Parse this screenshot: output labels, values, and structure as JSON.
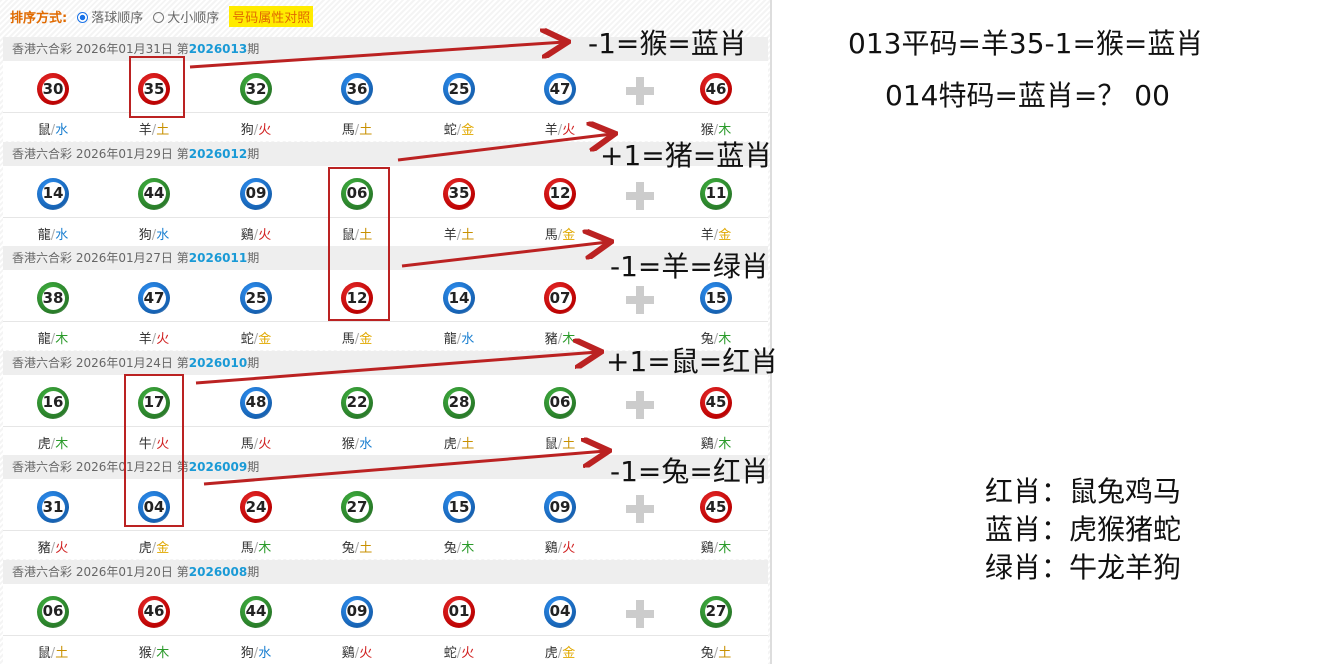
{
  "sort": {
    "label": "排序方式:",
    "opt1": "落球顺序",
    "opt2": "大小顺序",
    "link": "号码属性对照"
  },
  "plus_label": "+",
  "draws": [
    {
      "lottery": "香港六合彩",
      "date": "2026年01月31日",
      "pre": "第",
      "issue": "2026013",
      "post": "期",
      "balls": [
        {
          "n": "30",
          "c": "red",
          "z": "鼠",
          "e": "水"
        },
        {
          "n": "35",
          "c": "red",
          "z": "羊",
          "e": "土"
        },
        {
          "n": "32",
          "c": "green",
          "z": "狗",
          "e": "火"
        },
        {
          "n": "36",
          "c": "blue",
          "z": "馬",
          "e": "土"
        },
        {
          "n": "25",
          "c": "blue",
          "z": "蛇",
          "e": "金"
        },
        {
          "n": "47",
          "c": "blue",
          "z": "羊",
          "e": "火"
        },
        {
          "n": "46",
          "c": "red",
          "z": "猴",
          "e": "木"
        }
      ]
    },
    {
      "lottery": "香港六合彩",
      "date": "2026年01月29日",
      "pre": "第",
      "issue": "2026012",
      "post": "期",
      "balls": [
        {
          "n": "14",
          "c": "blue",
          "z": "龍",
          "e": "水"
        },
        {
          "n": "44",
          "c": "green",
          "z": "狗",
          "e": "水"
        },
        {
          "n": "09",
          "c": "blue",
          "z": "鷄",
          "e": "火"
        },
        {
          "n": "06",
          "c": "green",
          "z": "鼠",
          "e": "土"
        },
        {
          "n": "35",
          "c": "red",
          "z": "羊",
          "e": "土"
        },
        {
          "n": "12",
          "c": "red",
          "z": "馬",
          "e": "金"
        },
        {
          "n": "11",
          "c": "green",
          "z": "羊",
          "e": "金"
        }
      ]
    },
    {
      "lottery": "香港六合彩",
      "date": "2026年01月27日",
      "pre": "第",
      "issue": "2026011",
      "post": "期",
      "balls": [
        {
          "n": "38",
          "c": "green",
          "z": "龍",
          "e": "木"
        },
        {
          "n": "47",
          "c": "blue",
          "z": "羊",
          "e": "火"
        },
        {
          "n": "25",
          "c": "blue",
          "z": "蛇",
          "e": "金"
        },
        {
          "n": "12",
          "c": "red",
          "z": "馬",
          "e": "金"
        },
        {
          "n": "14",
          "c": "blue",
          "z": "龍",
          "e": "水"
        },
        {
          "n": "07",
          "c": "red",
          "z": "豬",
          "e": "木"
        },
        {
          "n": "15",
          "c": "blue",
          "z": "兔",
          "e": "木"
        }
      ]
    },
    {
      "lottery": "香港六合彩",
      "date": "2026年01月24日",
      "pre": "第",
      "issue": "2026010",
      "post": "期",
      "balls": [
        {
          "n": "16",
          "c": "green",
          "z": "虎",
          "e": "木"
        },
        {
          "n": "17",
          "c": "green",
          "z": "牛",
          "e": "火"
        },
        {
          "n": "48",
          "c": "blue",
          "z": "馬",
          "e": "火"
        },
        {
          "n": "22",
          "c": "green",
          "z": "猴",
          "e": "水"
        },
        {
          "n": "28",
          "c": "green",
          "z": "虎",
          "e": "土"
        },
        {
          "n": "06",
          "c": "green",
          "z": "鼠",
          "e": "土"
        },
        {
          "n": "45",
          "c": "red",
          "z": "鷄",
          "e": "木"
        }
      ]
    },
    {
      "lottery": "香港六合彩",
      "date": "2026年01月22日",
      "pre": "第",
      "issue": "2026009",
      "post": "期",
      "balls": [
        {
          "n": "31",
          "c": "blue",
          "z": "豬",
          "e": "火"
        },
        {
          "n": "04",
          "c": "blue",
          "z": "虎",
          "e": "金"
        },
        {
          "n": "24",
          "c": "red",
          "z": "馬",
          "e": "木"
        },
        {
          "n": "27",
          "c": "green",
          "z": "兔",
          "e": "土"
        },
        {
          "n": "15",
          "c": "blue",
          "z": "兔",
          "e": "木"
        },
        {
          "n": "09",
          "c": "blue",
          "z": "鷄",
          "e": "火"
        },
        {
          "n": "45",
          "c": "red",
          "z": "鷄",
          "e": "木"
        }
      ]
    },
    {
      "lottery": "香港六合彩",
      "date": "2026年01月20日",
      "pre": "第",
      "issue": "2026008",
      "post": "期",
      "balls": [
        {
          "n": "06",
          "c": "green",
          "z": "鼠",
          "e": "土"
        },
        {
          "n": "46",
          "c": "red",
          "z": "猴",
          "e": "木"
        },
        {
          "n": "44",
          "c": "green",
          "z": "狗",
          "e": "水"
        },
        {
          "n": "09",
          "c": "blue",
          "z": "鷄",
          "e": "火"
        },
        {
          "n": "01",
          "c": "red",
          "z": "蛇",
          "e": "火"
        },
        {
          "n": "04",
          "c": "blue",
          "z": "虎",
          "e": "金"
        },
        {
          "n": "27",
          "c": "green",
          "z": "兔",
          "e": "土"
        }
      ]
    }
  ],
  "element_colors": {
    "金": "#e0a800",
    "木": "#2a9a2a",
    "水": "#1a7fd0",
    "火": "#d02020",
    "土": "#c89000"
  },
  "annotations": [
    "-1=猴=蓝肖",
    "+1=猪=蓝肖",
    "-1=羊=绿肖",
    "+1=鼠=红肖",
    "-1=兔=红肖"
  ],
  "notes": {
    "line1": "013平码=羊35-1=猴=蓝肖",
    "line2": "014特码=蓝肖=？ 00",
    "red": "红肖：鼠兔鸡马",
    "blue": "蓝肖：虎猴猪蛇",
    "green": "绿肖：牛龙羊狗"
  }
}
